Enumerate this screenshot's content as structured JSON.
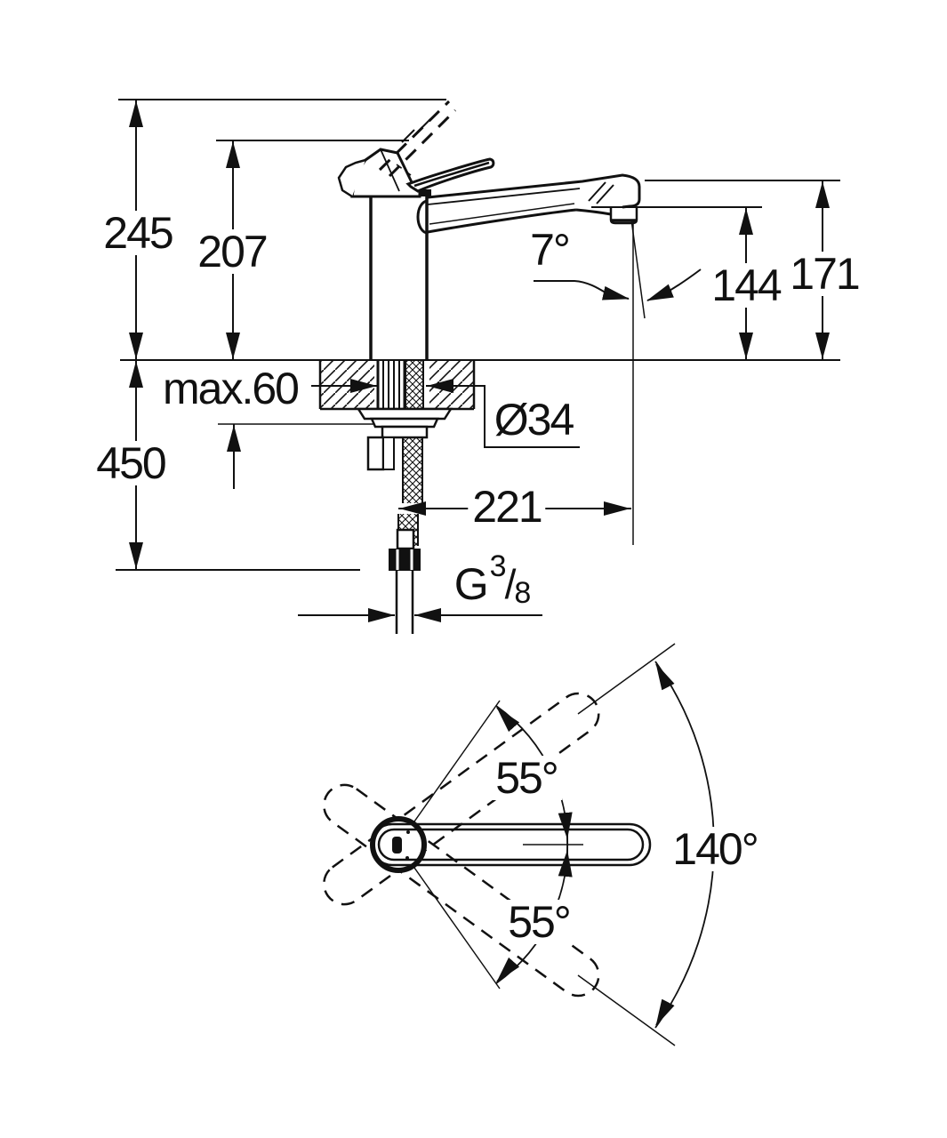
{
  "drawing": {
    "type": "faucet installation dimension drawing",
    "views": [
      "side elevation",
      "top swivel view"
    ]
  },
  "side_view": {
    "overall_height": "245",
    "body_height": "207",
    "spout_angle": "7°",
    "spout_outlet_height": "144",
    "spout_top_height": "171",
    "deck_thickness": "max.60",
    "hole_diameter": "Ø34",
    "hose_length": "450",
    "spout_reach": "221",
    "connection": {
      "prefix": "G",
      "numerator": "3",
      "slash": "/",
      "denominator": "8"
    }
  },
  "top_view": {
    "swivel_upper": "55°",
    "swivel_lower": "55°",
    "swivel_total": "140°"
  },
  "colors": {
    "line": "#111111",
    "background": "#ffffff"
  }
}
